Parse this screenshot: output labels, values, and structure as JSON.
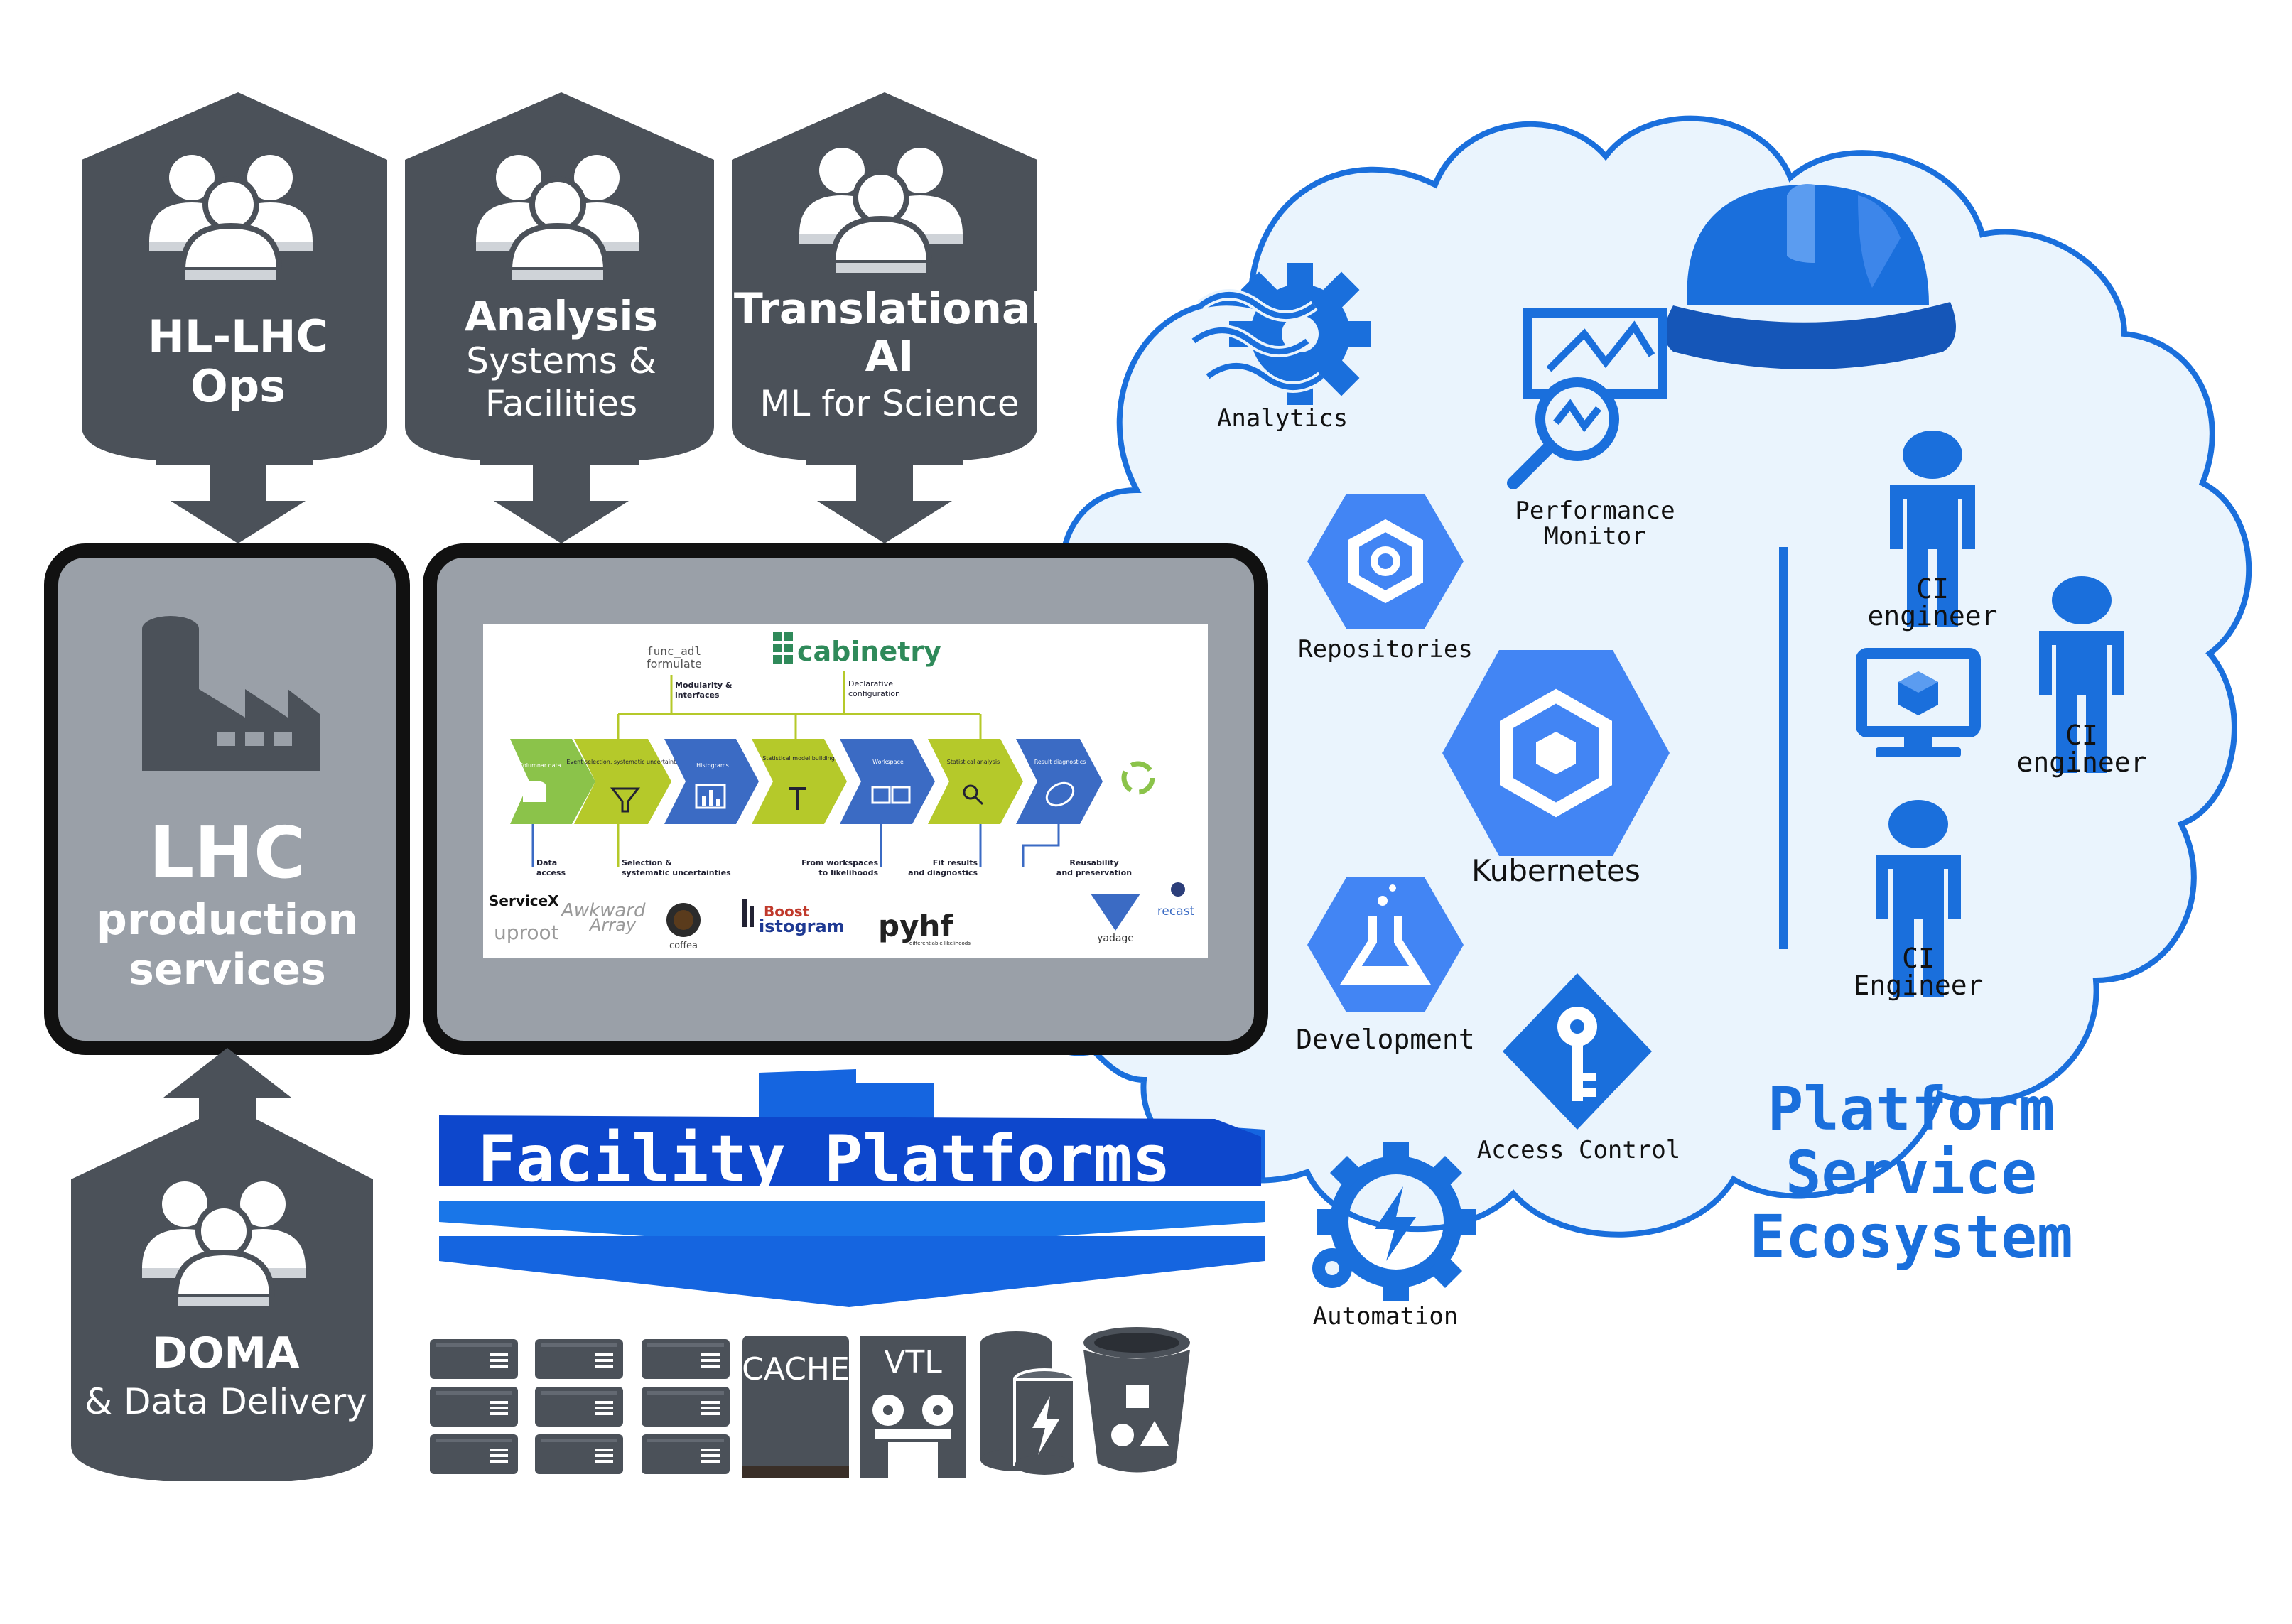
{
  "colors": {
    "slate": "#4b5159",
    "slate_dark": "#3f444b",
    "gray_panel": "#9aa0a8",
    "cloud_fill": "#eaf4fd",
    "cloud_stroke": "#1a6fdc",
    "gcp_blue": "#4285f4",
    "platform_blue": "#1565e0",
    "person_blue": "#1a6fdc"
  },
  "roles": {
    "hl_lhc": {
      "line1": "HL-LHC",
      "line2": "Ops"
    },
    "analysis": {
      "line1": "Analysis",
      "line2": "Systems &",
      "line3": "Facilities"
    },
    "translational": {
      "line1": "Translational",
      "line2": "AI",
      "line3": "ML for Science"
    },
    "doma": {
      "line1": "DOMA",
      "line2": "& Data Delivery"
    }
  },
  "lhc": {
    "line1": "LHC",
    "line2": "production",
    "line3": "services"
  },
  "workflow": {
    "logo": "cabinetry",
    "func_adl": "func_adl",
    "formulate": "formulate",
    "top_label_1": "Modularity &",
    "top_label_1b": "interfaces",
    "top_label_2": "Declarative",
    "top_label_2b": "configuration",
    "steps": [
      "Columnar data",
      "Event selection, systematic uncertainties",
      "Histograms",
      "Statistical model building",
      "Workspace",
      "Statistical analysis",
      "Result diagnostics"
    ],
    "bottom_labels": [
      {
        "a": "Data",
        "b": "access"
      },
      {
        "a": "Selection &",
        "b": "systematic uncertainties"
      },
      {
        "a": "From workspaces",
        "b": "to likelihoods"
      },
      {
        "a": "Fit results",
        "b": "and diagnostics"
      },
      {
        "a": "Reusability",
        "b": "and preservation"
      }
    ],
    "tools": {
      "servicex": "ServiceX",
      "uproot": "uproot",
      "awkward": "Awkward",
      "array": "Array",
      "coffea": "coffea",
      "boost": "Boost",
      "histogram": "istogram",
      "pyhf": "pyhf",
      "pyhf_sub": "differentiable likelihoods",
      "yadage": "yadage",
      "recast": "recast"
    }
  },
  "facility": {
    "label": "Facility Platforms"
  },
  "storage": {
    "cache": "CACHE",
    "vtl": "VTL"
  },
  "ecosystem": {
    "title_line1": "Platform",
    "title_line2": "Service",
    "title_line3": "Ecosystem",
    "services": {
      "analytics": "Analytics",
      "performance_1": "Performance",
      "performance_2": "Monitor",
      "repositories": "Repositories",
      "kubernetes": "Kubernetes",
      "development": "Development",
      "access_control": "Access Control",
      "automation": "Automation"
    },
    "engineers": [
      {
        "a": "CI",
        "b": "engineer"
      },
      {
        "a": "CI",
        "b": "engineer"
      },
      {
        "a": "CI",
        "b": "Engineer"
      }
    ]
  }
}
